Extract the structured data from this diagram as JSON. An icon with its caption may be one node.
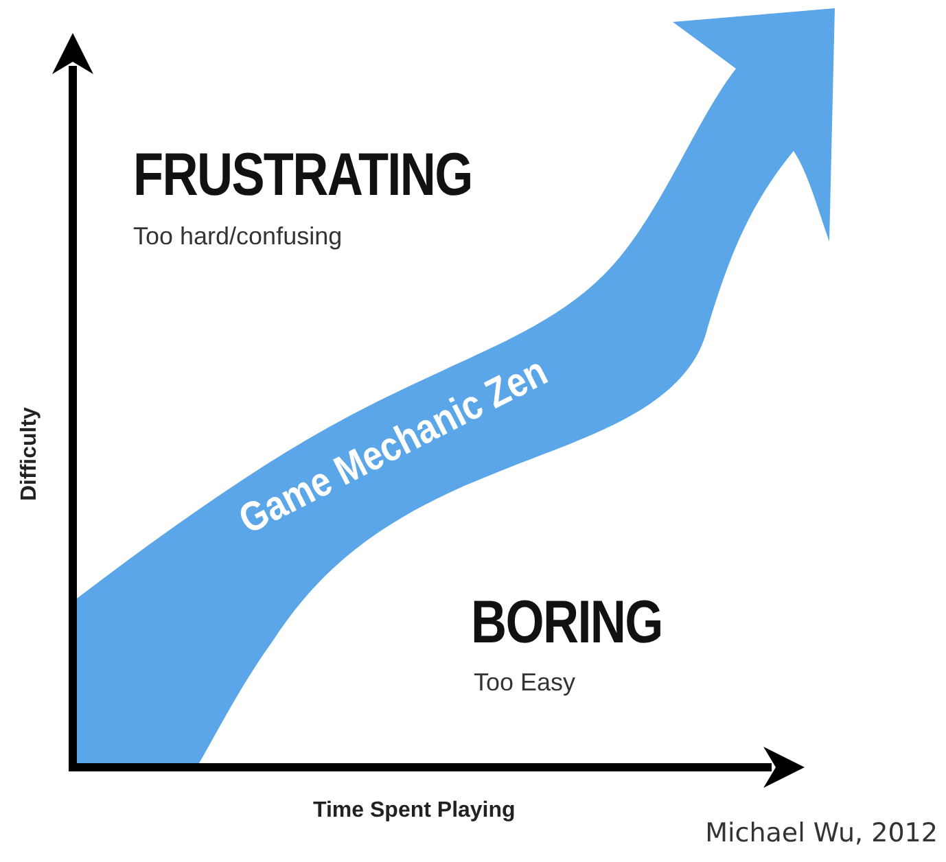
{
  "diagram": {
    "caption": "Michael Wu, 2012",
    "nodes": [
      {
        "text": [
          "Game Mechanic Zen"
        ]
      }
    ],
    "labels": [
      "FRUSTRATING",
      "Too hard/confusing",
      "Difficulty",
      "BORING",
      "Too Easy",
      "Time Spent Playing"
    ]
  }
}
